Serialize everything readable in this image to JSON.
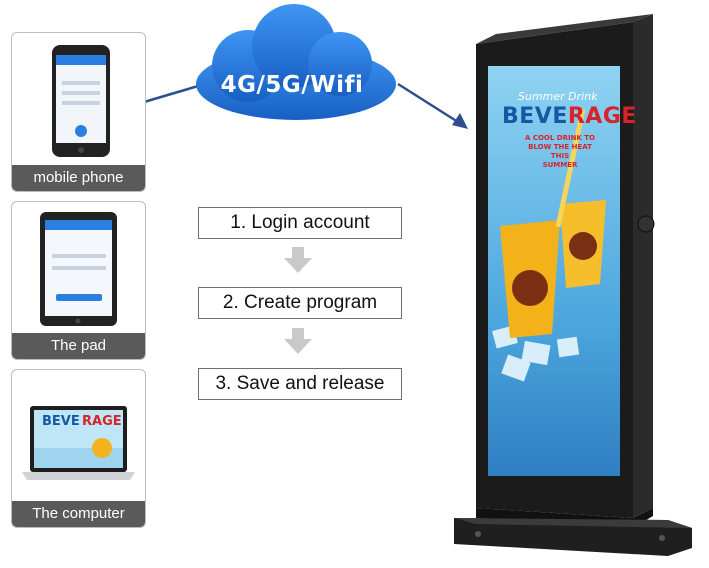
{
  "colors": {
    "cloud": "#1f6fd1",
    "arrow_line": "#2d4f8f",
    "caption_bg": "#5a5a5a",
    "down_arrow": "#c9c9c9",
    "ad_red": "#d8232a",
    "ad_blue": "#1458a6"
  },
  "network": {
    "label": "4G/5G/Wifi"
  },
  "devices": [
    {
      "caption": "mobile phone",
      "icon": "smartphone-icon"
    },
    {
      "caption": "The pad",
      "icon": "tablet-icon"
    },
    {
      "caption": "The computer",
      "icon": "laptop-icon"
    }
  ],
  "steps": [
    {
      "label": "1. Login account"
    },
    {
      "label": "2. Create program"
    },
    {
      "label": "3. Save and release"
    }
  ],
  "kiosk_screen": {
    "kicker": "Summer Drink",
    "headline_1": "BEVE",
    "headline_2": "RAGE",
    "tagline_1": "A COOL DRINK TO",
    "tagline_2": "BLOW THE HEAT THIS",
    "tagline_3": "SUMMER"
  }
}
